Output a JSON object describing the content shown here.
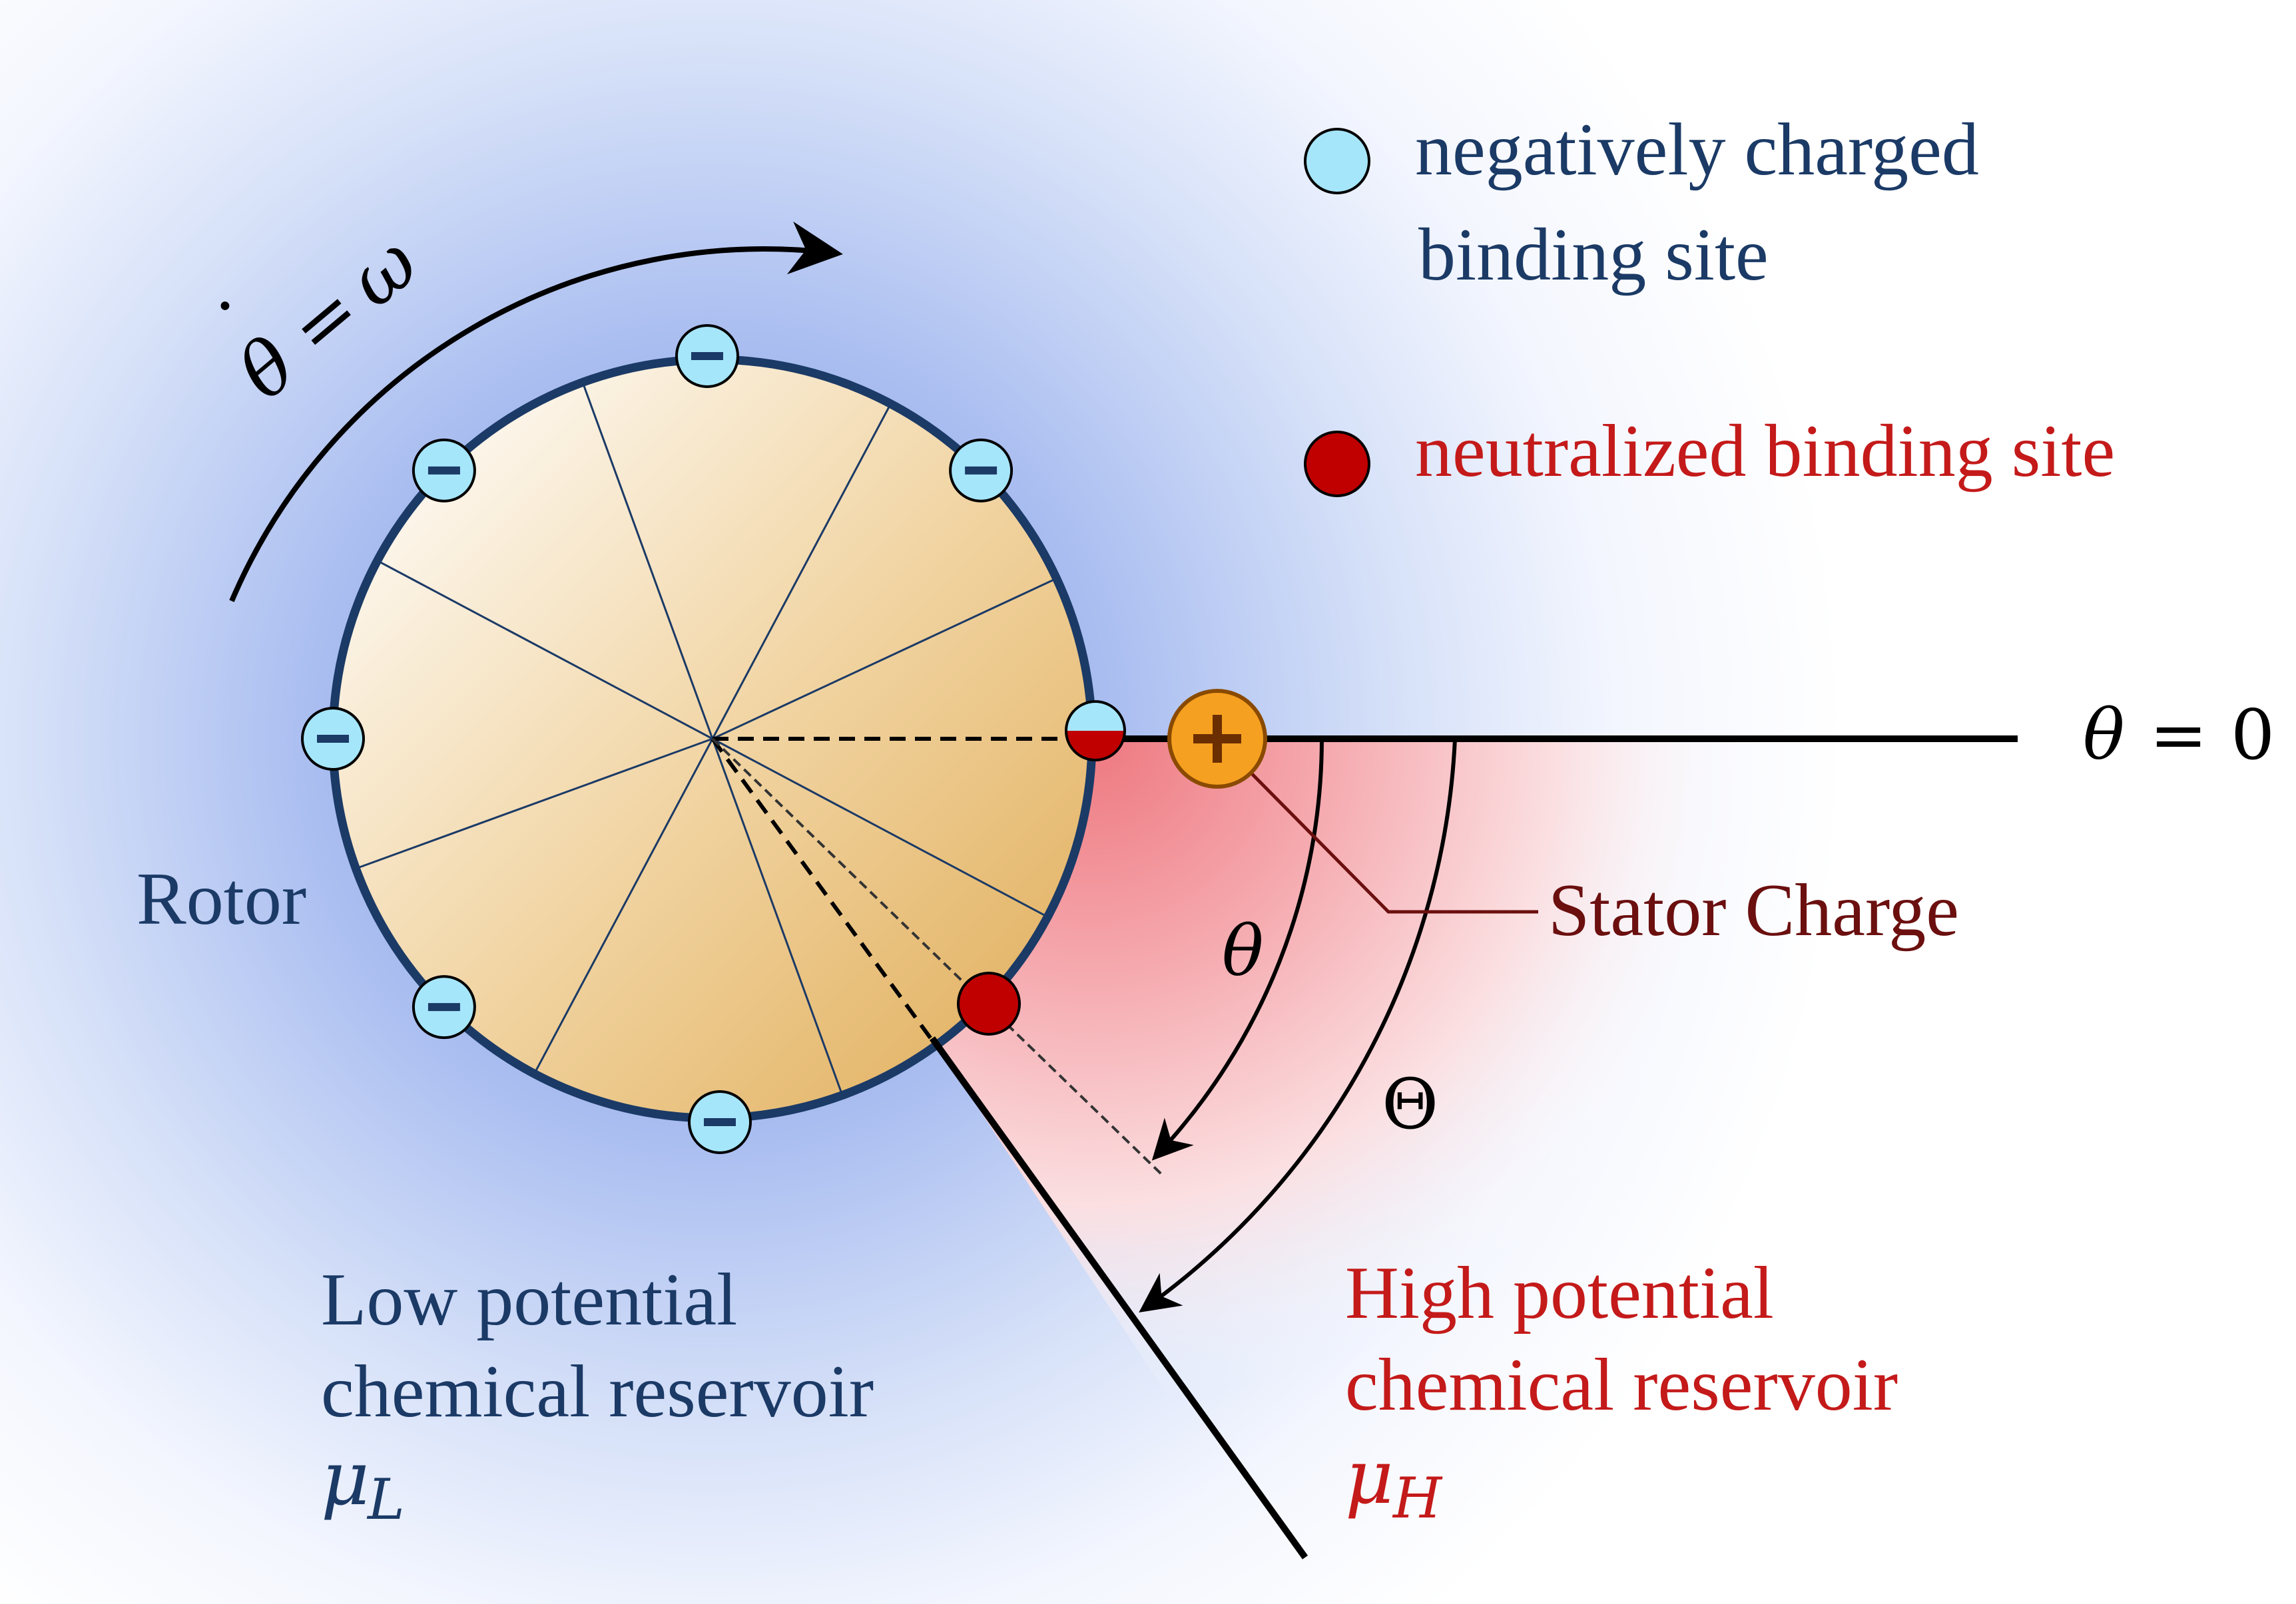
{
  "legend": {
    "negative": {
      "line1": "negatively charged",
      "line2": "binding site"
    },
    "neutral": {
      "line1": "neutralized binding site"
    }
  },
  "labels": {
    "rotor": "Rotor",
    "stator": "Stator Charge",
    "theta_zero": {
      "symbol": "θ",
      "equals": "=",
      "value": "0"
    },
    "theta_dot": {
      "symbol": "θ",
      "dot": "˙",
      "equals": "=",
      "omega": "ω"
    },
    "theta": "θ",
    "Theta": "Θ"
  },
  "reservoirs": {
    "low": {
      "line1": "Low potential",
      "line2": "chemical reservoir",
      "mu": "μ",
      "sub": "L"
    },
    "high": {
      "line1": "High potential",
      "line2": "chemical reservoir",
      "mu": "μ",
      "sub": "H"
    }
  },
  "colors": {
    "navy": "#1b3a66",
    "dark_red": "#6b0f0f",
    "red": "#c41a1a",
    "site_blue": "#a6e6fa",
    "site_red": "#c00000",
    "stator_orange": "#f5a020",
    "rotor_wood": "#e8c07a"
  },
  "icons": {
    "negative_site": "minus-circle-icon",
    "neutral_site": "filled-red-circle-icon",
    "stator_charge": "plus-circle-icon"
  }
}
